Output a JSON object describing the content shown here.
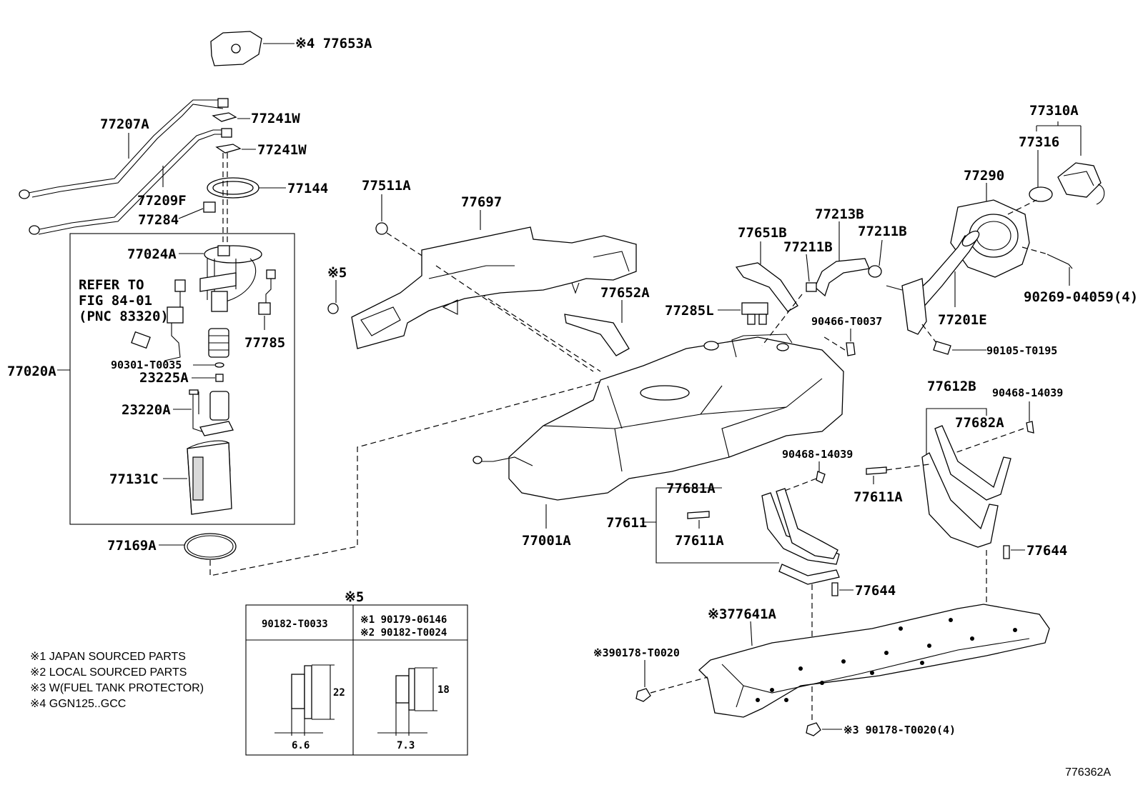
{
  "figure_id": "776362A",
  "parts": {
    "p77653A": "※4 77653A",
    "p77207A": "77207A",
    "p77241W_1": "77241W",
    "p77241W_2": "77241W",
    "p77209F": "77209F",
    "p77144": "77144",
    "p77284": "77284",
    "p77024A": "77024A",
    "p77785": "77785",
    "p77020A": "77020A",
    "p90301": "90301-T0035",
    "p23225A": "23225A",
    "p23220A": "23220A",
    "p77131C": "77131C",
    "p77169A": "77169A",
    "p77511A": "77511A",
    "p77697": "77697",
    "note5_small": "※5",
    "p77652A": "77652A",
    "p77651B": "77651B",
    "p77213B": "77213B",
    "p77211B_1": "77211B",
    "p77211B_2": "77211B",
    "p77285L": "77285L",
    "p90466": "90466-T0037",
    "p77290": "77290",
    "p77310A": "77310A",
    "p77316": "77316",
    "p77201E": "77201E",
    "p90269": "90269-04059(4)",
    "p90105": "90105-T0195",
    "p77612B": "77612B",
    "p90468_1": "90468-14039",
    "p77682A": "77682A",
    "p90468_2": "90468-14039",
    "p77611A_1": "77611A",
    "p77681A": "77681A",
    "p77611": "77611",
    "p77611A_2": "77611A",
    "p77001A": "77001A",
    "p77644_1": "77644",
    "p77644_2": "77644",
    "p77641A": "※377641A",
    "p90178_1": "※390178-T0020",
    "p90178_2": "※3 90178-T0020(4)"
  },
  "refer": [
    "REFER TO",
    "FIG 84-01",
    "(PNC 83320)"
  ],
  "table": {
    "title": "※5",
    "col1_header": "90182-T0033",
    "col2_header_1": "※1 90179-06146",
    "col2_header_2": "※2 90182-T0024",
    "col1_height": "22",
    "col1_width": "6.6",
    "col2_height": "18",
    "col2_width": "7.3"
  },
  "notes": [
    "※1 JAPAN SOURCED PARTS",
    "※2 LOCAL SOURCED PARTS",
    "※3 W(FUEL TANK PROTECTOR)",
    "※4 GGN125..GCC"
  ]
}
